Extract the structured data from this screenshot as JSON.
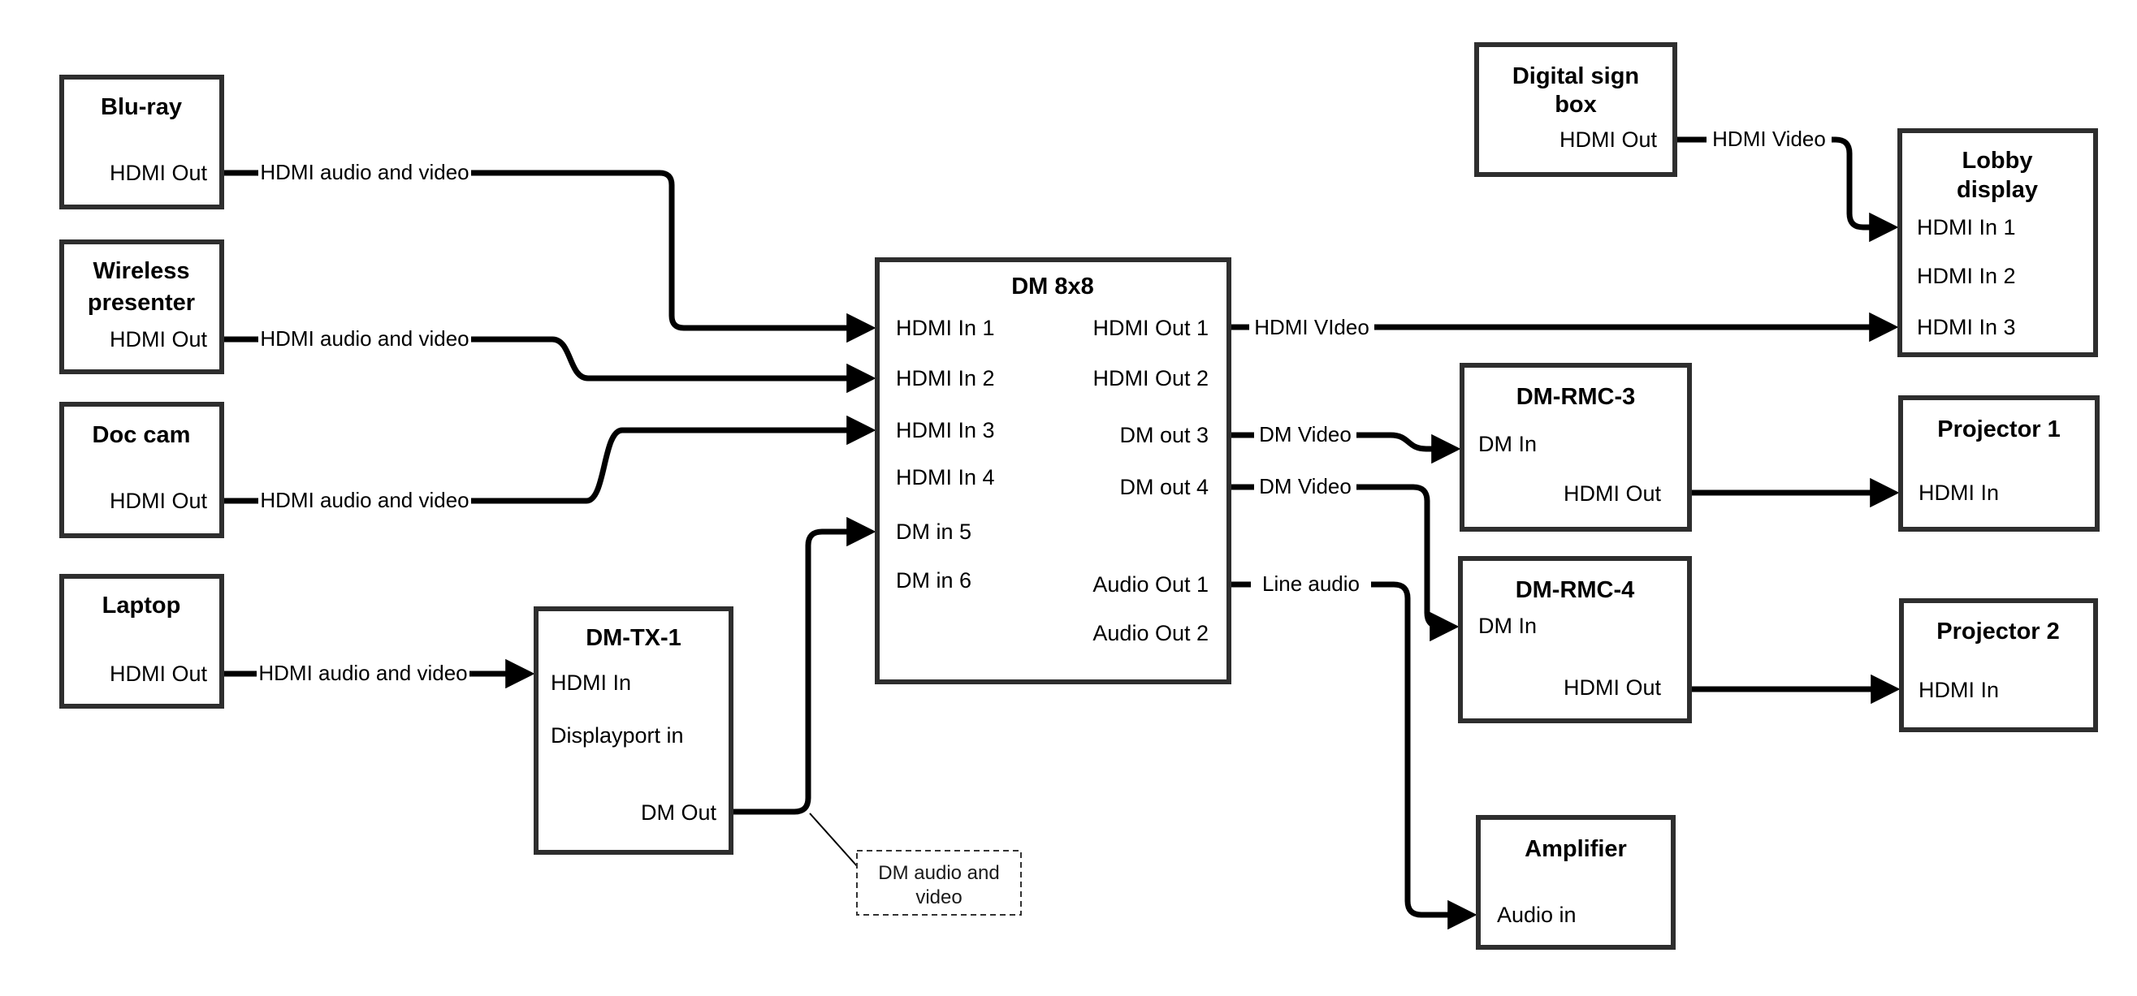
{
  "colors": {
    "wire": "#000000",
    "box_border": "#2e2e2e",
    "background": "#ffffff",
    "text": "#000000"
  },
  "nodes": {
    "bluray": {
      "title": "Blu-ray",
      "hdmi_out": "HDMI Out"
    },
    "wireless": {
      "title1": "Wireless",
      "title2": "presenter",
      "hdmi_out": "HDMI Out"
    },
    "doccam": {
      "title": "Doc cam",
      "hdmi_out": "HDMI Out"
    },
    "laptop": {
      "title": "Laptop",
      "hdmi_out": "HDMI Out"
    },
    "dmtx1": {
      "title": "DM-TX-1",
      "hdmi_in": "HDMI In",
      "displayport_in": "Displayport in",
      "dm_out": "DM Out"
    },
    "dm8x8": {
      "title": "DM 8x8",
      "hdmi_in_1": "HDMI In 1",
      "hdmi_in_2": "HDMI In 2",
      "hdmi_in_3": "HDMI In 3",
      "hdmi_in_4": "HDMI In 4",
      "dm_in_5": "DM in 5",
      "dm_in_6": "DM in 6",
      "hdmi_out_1": "HDMI Out 1",
      "hdmi_out_2": "HDMI Out 2",
      "dm_out_3": "DM out 3",
      "dm_out_4": "DM out 4",
      "audio_out_1": "Audio Out 1",
      "audio_out_2": "Audio Out 2"
    },
    "digital_sign": {
      "title1": "Digital sign",
      "title2": "box",
      "hdmi_out": "HDMI Out"
    },
    "lobby": {
      "title1": "Lobby",
      "title2": "display",
      "hdmi_in_1": "HDMI In 1",
      "hdmi_in_2": "HDMI In 2",
      "hdmi_in_3": "HDMI In 3"
    },
    "dmrmc3": {
      "title": "DM-RMC-3",
      "dm_in": "DM In",
      "hdmi_out": "HDMI Out"
    },
    "proj1": {
      "title": "Projector 1",
      "hdmi_in": "HDMI In"
    },
    "dmrmc4": {
      "title": "DM-RMC-4",
      "dm_in": "DM In",
      "hdmi_out": "HDMI Out"
    },
    "proj2": {
      "title": "Projector 2",
      "hdmi_in": "HDMI In"
    },
    "amplifier": {
      "title": "Amplifier",
      "audio_in": "Audio in"
    },
    "note": {
      "line1": "DM audio and",
      "line2": "video"
    }
  },
  "wire_labels": {
    "bluray_to_dm8x8": "HDMI audio and video",
    "wireless_to_dm8x8": "HDMI audio and video",
    "doccam_to_dm8x8": "HDMI audio and video",
    "laptop_to_dmtx1": "HDMI audio and video",
    "hdmi_out_1": "HDMI VIdeo",
    "dm_out_3": "DM Video",
    "dm_out_4": "DM Video",
    "audio_out_1": "Line audio",
    "digital_sign_out": "HDMI Video"
  }
}
